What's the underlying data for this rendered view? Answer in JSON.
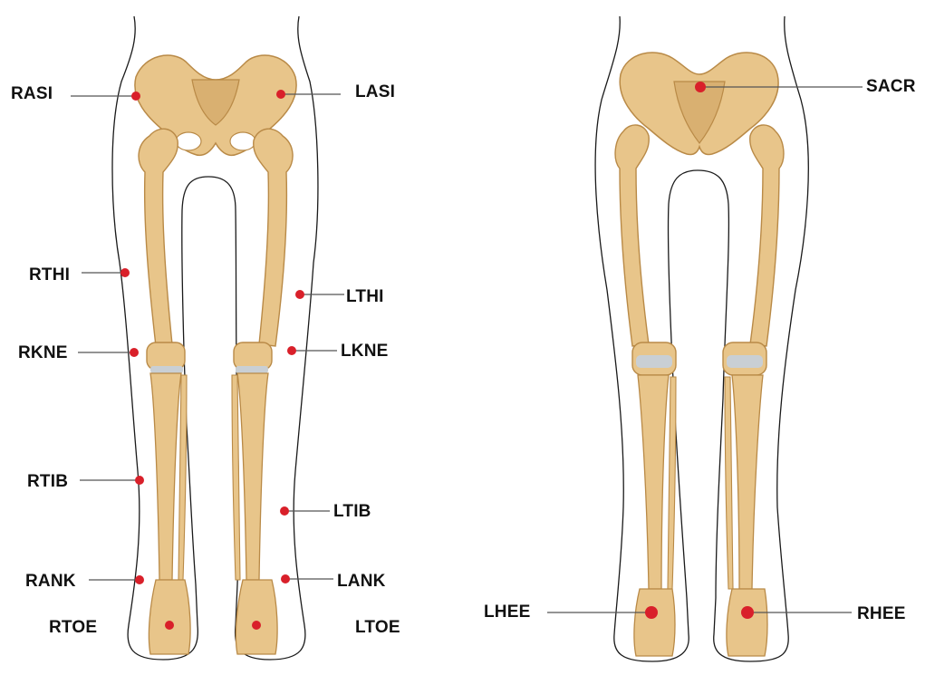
{
  "colors": {
    "bone": "#e8c58a",
    "bone_shadow": "#b98a47",
    "cartilage": "#c9cfd4",
    "outline": "#1a1a1a",
    "marker": "#d9202a",
    "leader": "#555555"
  },
  "anterior_view": {
    "markers": [
      {
        "id": "rasi",
        "label": "RASI"
      },
      {
        "id": "lasi",
        "label": "LASI"
      },
      {
        "id": "rthi",
        "label": "RTHI"
      },
      {
        "id": "lthi",
        "label": "LTHI"
      },
      {
        "id": "rkne",
        "label": "RKNE"
      },
      {
        "id": "lkne",
        "label": "LKNE"
      },
      {
        "id": "rtib",
        "label": "RTIB"
      },
      {
        "id": "ltib",
        "label": "LTIB"
      },
      {
        "id": "rank",
        "label": "RANK"
      },
      {
        "id": "lank",
        "label": "LANK"
      },
      {
        "id": "rtoe",
        "label": "RTOE"
      },
      {
        "id": "ltoe",
        "label": "LTOE"
      }
    ]
  },
  "posterior_view": {
    "markers": [
      {
        "id": "sacr",
        "label": "SACR"
      },
      {
        "id": "lhee",
        "label": "LHEE"
      },
      {
        "id": "rhee",
        "label": "RHEE"
      }
    ]
  }
}
